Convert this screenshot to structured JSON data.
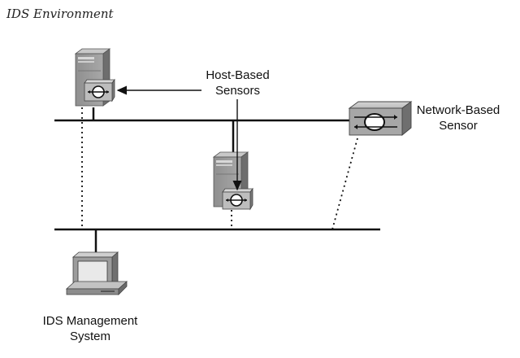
{
  "diagram": {
    "title": "IDS Environment",
    "labels": {
      "host_sensors": [
        "Host-Based",
        "Sensors"
      ],
      "network_sensor": [
        "Network-Based",
        "Sensor"
      ],
      "management": [
        "IDS Management",
        "System"
      ]
    }
  }
}
